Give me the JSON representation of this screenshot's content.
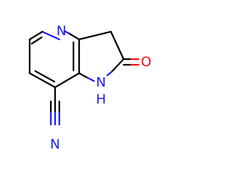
{
  "colors": {
    "background": "#ffffff",
    "bond": "#000000",
    "nitrogen": "#1a1aff",
    "oxygen": "#ff0d0d",
    "carbon": "#000000"
  },
  "atoms": {
    "pyridine_n": {
      "symbol": "N",
      "element": "nitrogen"
    },
    "carbonyl_o": {
      "symbol": "O",
      "element": "oxygen"
    },
    "amide_nh": {
      "symbol": "N",
      "hydrogen": "H",
      "element": "nitrogen"
    },
    "nitrile_n": {
      "symbol": "N",
      "element": "nitrogen"
    }
  }
}
